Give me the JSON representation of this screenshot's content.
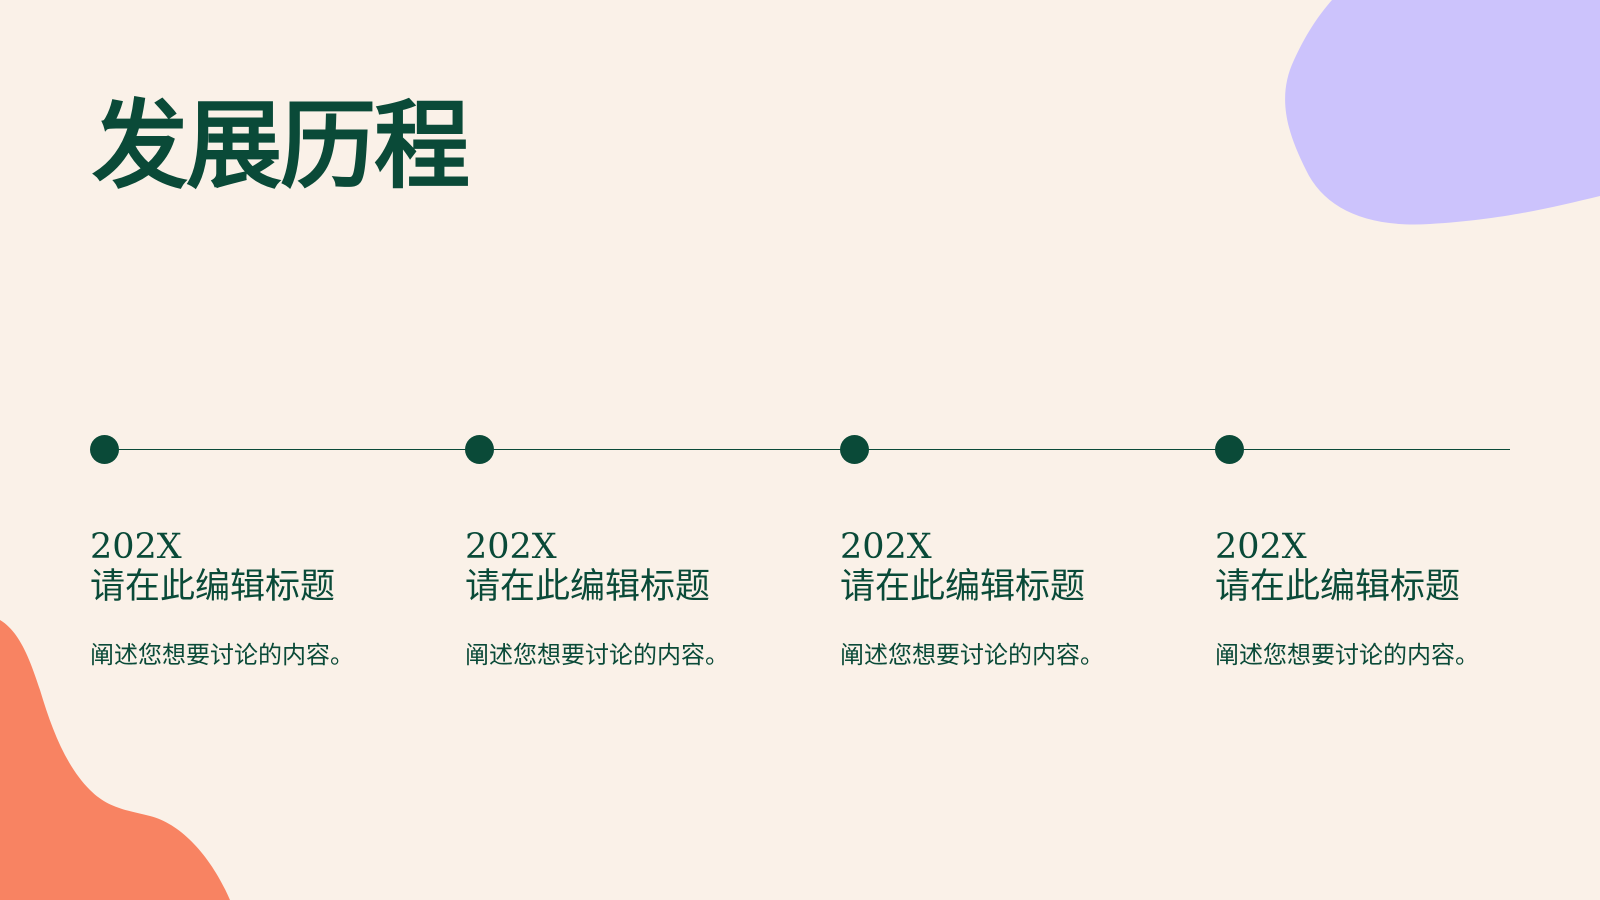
{
  "title": "发展历程",
  "milestones": [
    {
      "year": "202X",
      "heading": "请在此编辑标题",
      "description": "阐述您想要讨论的内容。"
    },
    {
      "year": "202X",
      "heading": "请在此编辑标题",
      "description": "阐述您想要讨论的内容。"
    },
    {
      "year": "202X",
      "heading": "请在此编辑标题",
      "description": "阐述您想要讨论的内容。"
    },
    {
      "year": "202X",
      "heading": "请在此编辑标题",
      "description": "阐述您想要讨论的内容。"
    }
  ],
  "colors": {
    "background": "#FAF1E8",
    "text": "#0A4A38",
    "accent_purple": "#CCC3FC",
    "accent_orange": "#F88362"
  },
  "decorations": [
    "purple-blob-shape",
    "orange-blob-shape"
  ]
}
